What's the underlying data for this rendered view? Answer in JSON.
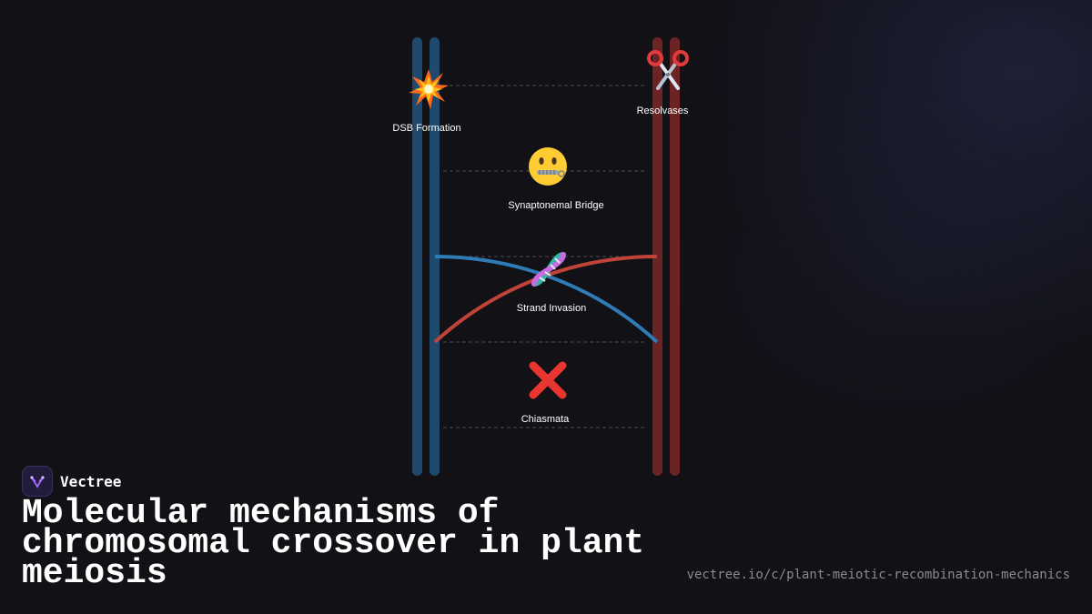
{
  "brand": {
    "name": "Vectree",
    "logo_icon": "vectree-logo-icon"
  },
  "title": "Molecular mechanisms of chromosomal crossover in plant meiosis",
  "url": "vectree.io/c/plant-meiotic-recombination-mechanics",
  "diagram": {
    "nodes": [
      {
        "label": "DSB Formation",
        "icon": "collision-icon"
      },
      {
        "label": "Resolvases",
        "icon": "scissors-icon"
      },
      {
        "label": "Synaptonemal Bridge",
        "icon": "zipper-mouth-face-icon"
      },
      {
        "label": "Strand Invasion",
        "icon": "dna-icon"
      },
      {
        "label": "Chiasmata",
        "icon": "cross-mark-icon"
      }
    ],
    "colors": {
      "left_chromosome": "#1f4a6e",
      "right_chromosome": "#6b2323",
      "blue_strand": "#2f7bb6",
      "red_strand": "#c0433a",
      "dashed_line": "#4a4a52"
    }
  }
}
